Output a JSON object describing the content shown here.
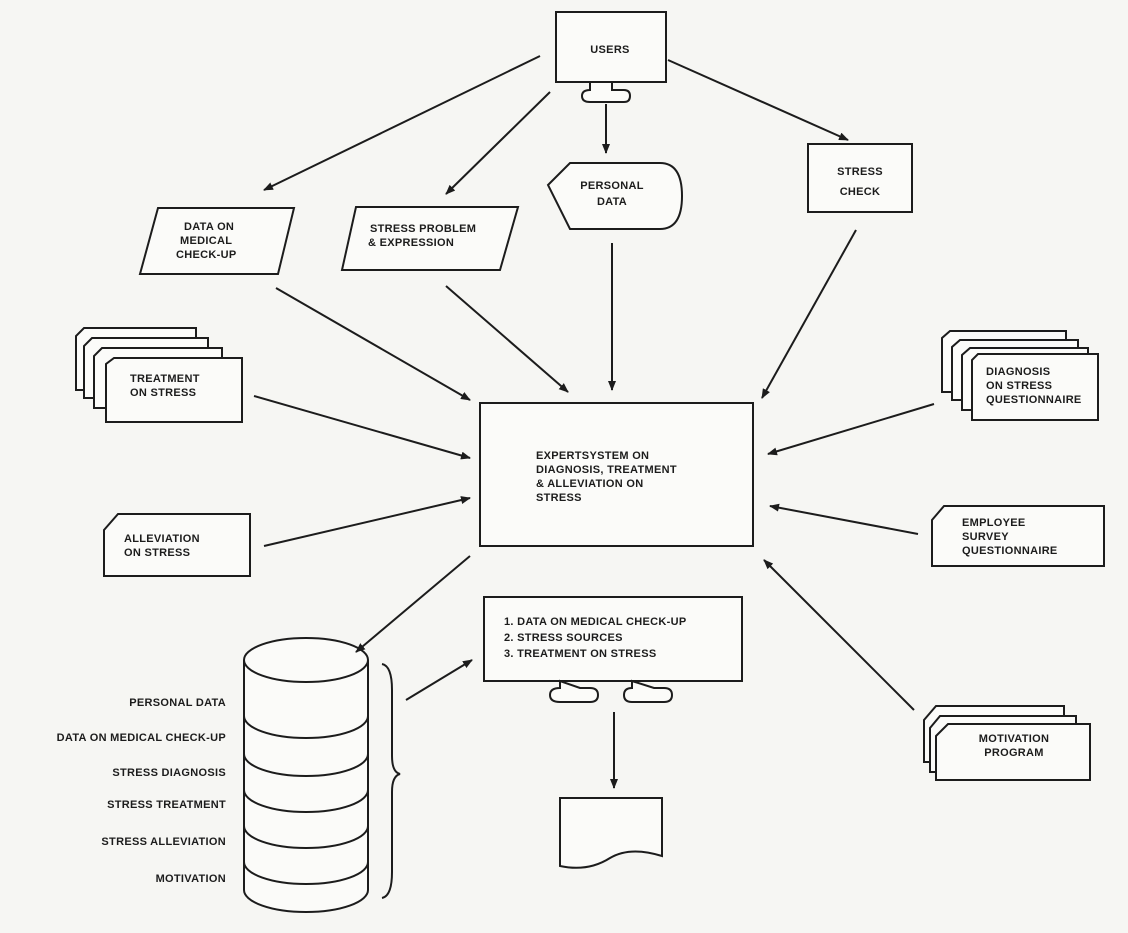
{
  "users": "USERS",
  "personal_data": [
    "PERSONAL",
    "DATA"
  ],
  "stress_check": [
    "STRESS",
    "CHECK"
  ],
  "medical_checkup": [
    "DATA ON",
    "MEDICAL",
    "CHECK-UP"
  ],
  "stress_problem": [
    "STRESS PROBLEM",
    "& EXPRESSION"
  ],
  "treatment": [
    "TREATMENT",
    "ON STRESS"
  ],
  "diagnosis": [
    "DIAGNOSIS",
    "ON STRESS",
    "QUESTIONNAIRE"
  ],
  "expert_system": [
    "EXPERTSYSTEM ON",
    "DIAGNOSIS, TREATMENT",
    "& ALLEVIATION ON",
    "STRESS"
  ],
  "alleviation": [
    "ALLEVIATION",
    "ON STRESS"
  ],
  "employee_survey": [
    "EMPLOYEE",
    "SURVEY",
    "QUESTIONNAIRE"
  ],
  "output_display": [
    "1.  DATA ON MEDICAL CHECK-UP",
    "2.  STRESS SOURCES",
    "3.  TREATMENT ON STRESS"
  ],
  "motivation_program": [
    "MOTIVATION",
    "PROGRAM"
  ],
  "database_layers": [
    "PERSONAL DATA",
    "DATA ON MEDICAL CHECK-UP",
    "STRESS DIAGNOSIS",
    "STRESS TREATMENT",
    "STRESS ALLEVIATION",
    "MOTIVATION"
  ]
}
